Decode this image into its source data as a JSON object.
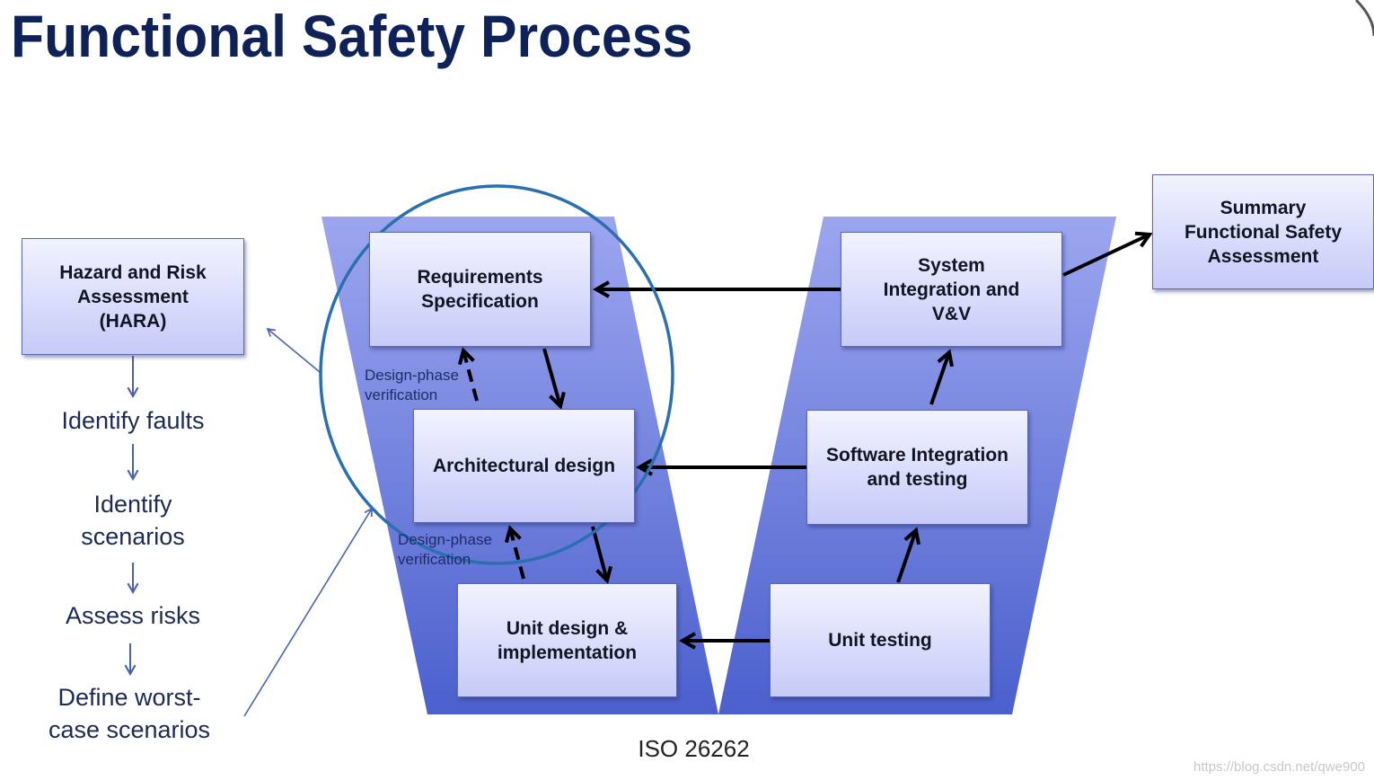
{
  "title": "Functional Safety Process",
  "hara_box": "Hazard and Risk Assessment (HARA)",
  "left_steps": [
    "Identify faults",
    "Identify scenarios",
    "Assess risks",
    "Define worst-case scenarios"
  ],
  "v_model": {
    "left_side": [
      "Requirements Specification",
      "Architectural design",
      "Unit design & implementation"
    ],
    "right_side": [
      "System Integration and V&V",
      "Software Integration and testing",
      "Unit testing"
    ],
    "verification_labels": [
      "Design-phase verification",
      "Design-phase verification"
    ],
    "summary_box": "Summary Functional Safety Assessment"
  },
  "standard": "ISO 26262",
  "watermark": "https://blog.csdn.net/qwe900",
  "colors": {
    "title": "#0e2258",
    "v_fill_top": "#8e99e8",
    "v_fill_bottom": "#4a5fcc",
    "circle": "#2a6fb0",
    "connector": "#4a63b0"
  }
}
